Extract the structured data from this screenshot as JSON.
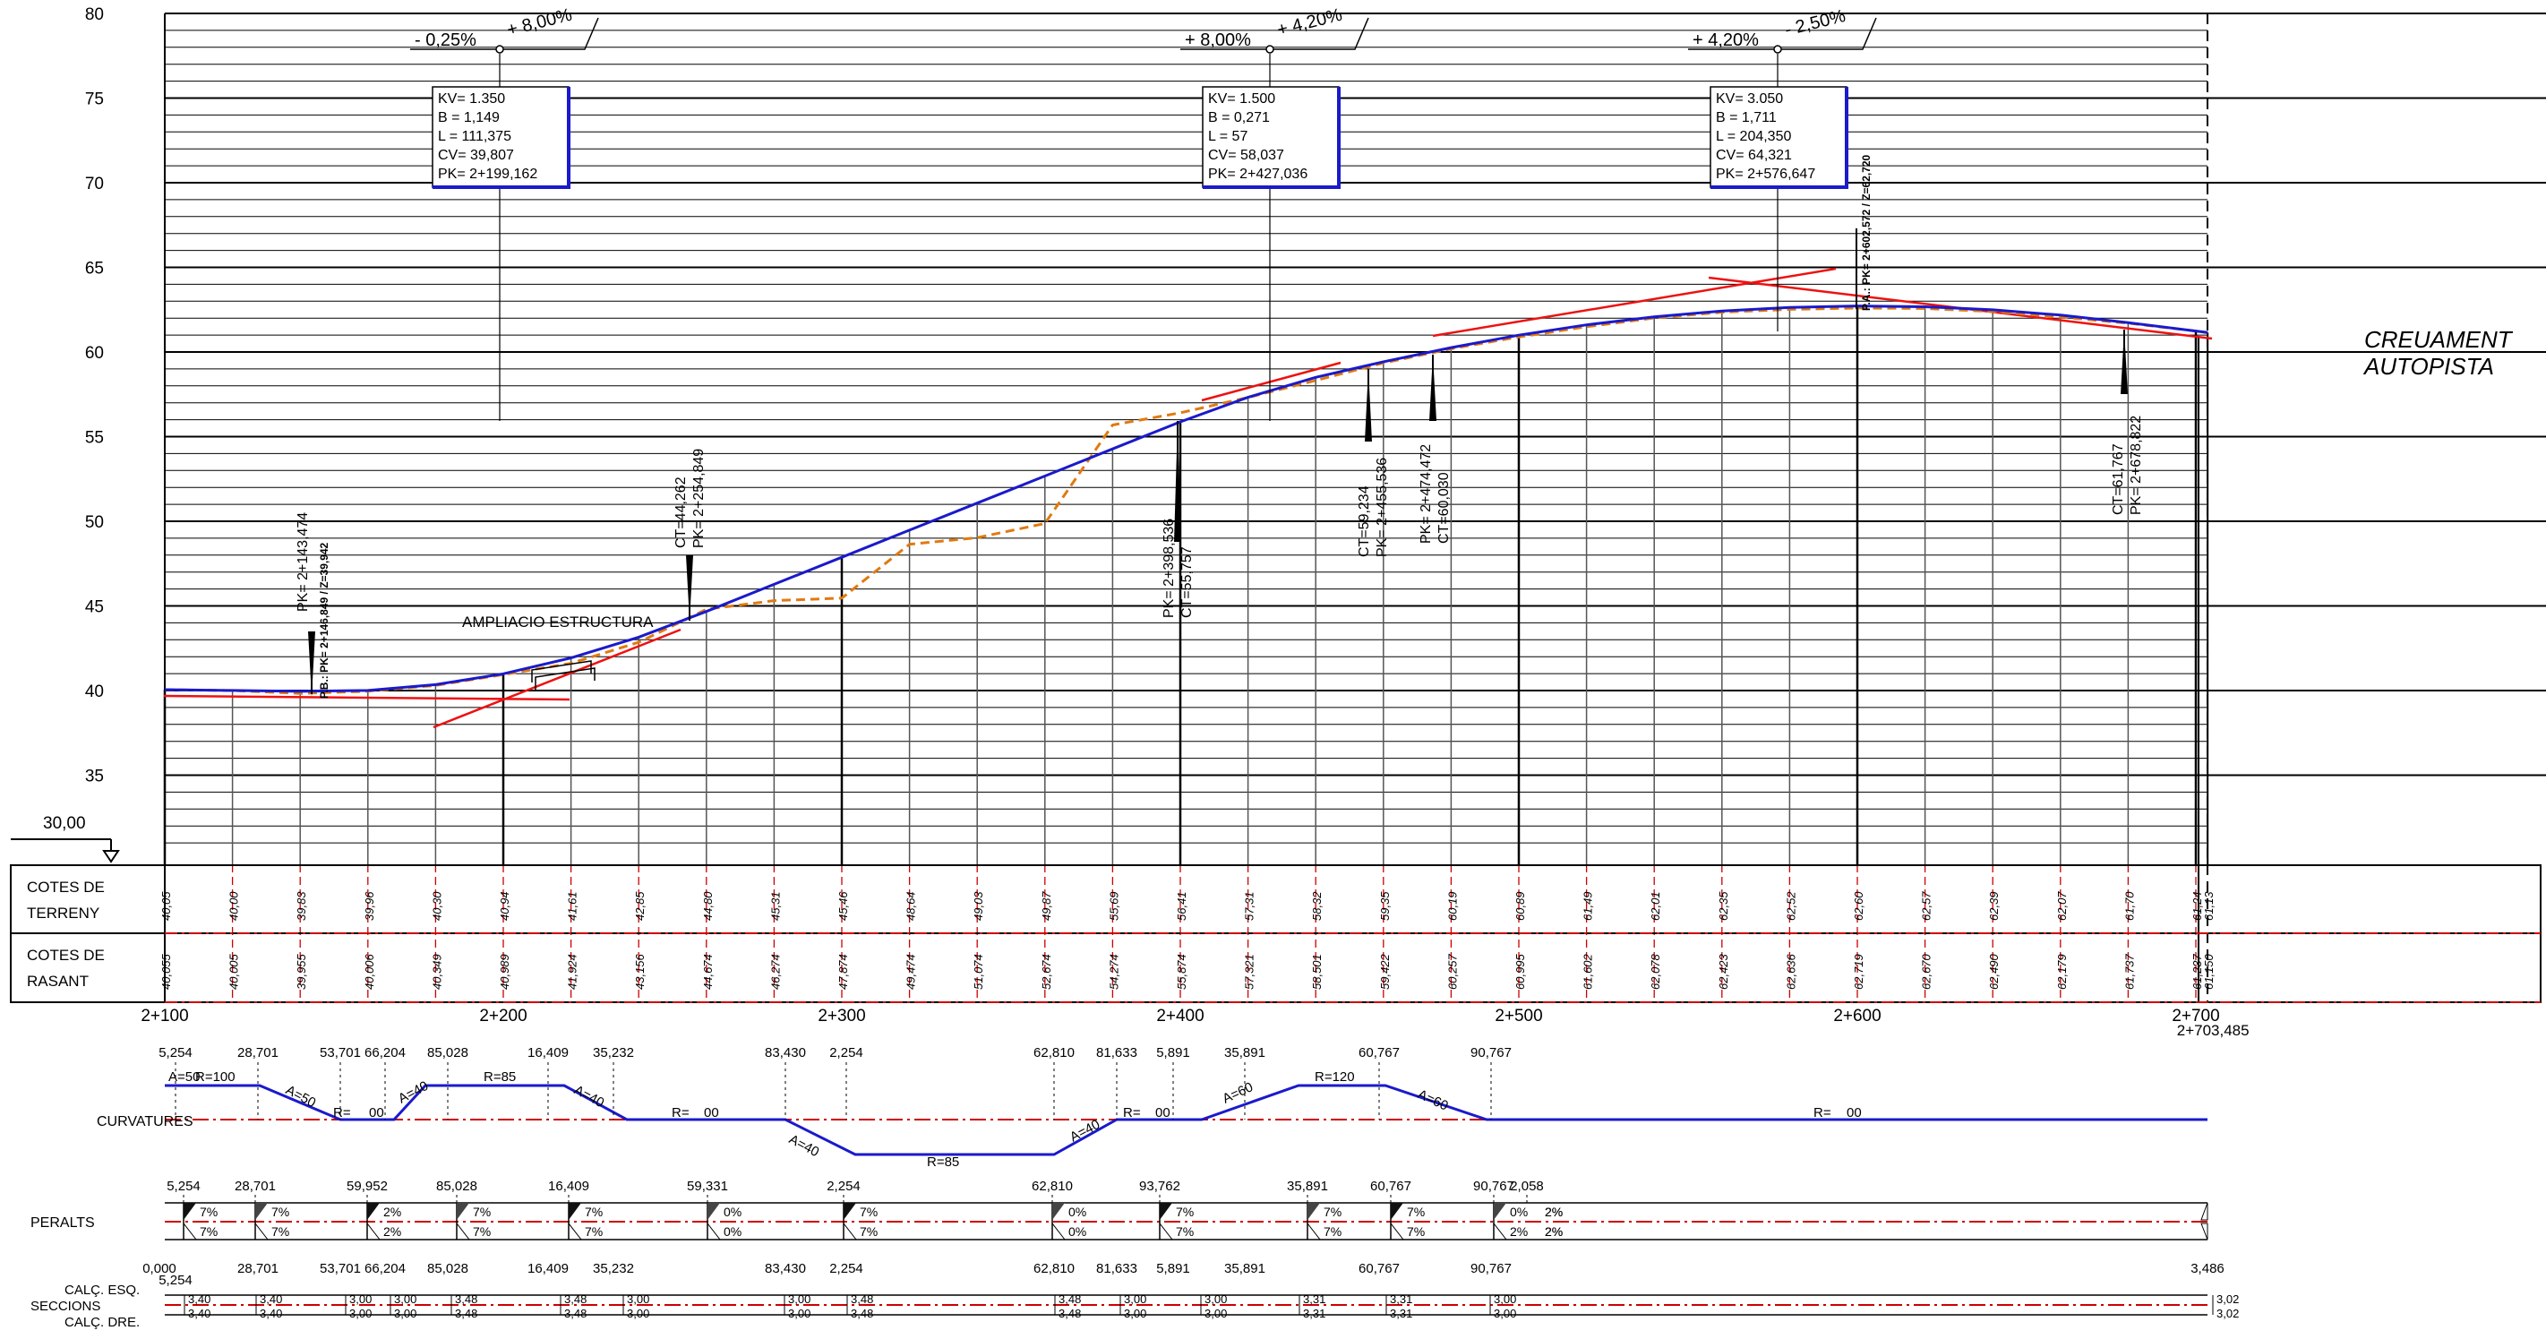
{
  "y_axis": {
    "labels": [
      "80",
      "75",
      "70",
      "65",
      "60",
      "55",
      "50",
      "45",
      "40",
      "35"
    ],
    "values": [
      80,
      75,
      70,
      65,
      60,
      55,
      50,
      45,
      40,
      35
    ]
  },
  "datum_label": "30,00",
  "x_axis": {
    "labels": [
      "2+100",
      "2+200",
      "2+300",
      "2+400",
      "2+500",
      "2+600",
      "2+700"
    ],
    "end_label": "2+703,485"
  },
  "table_rows": {
    "terreny_1": "COTES DE",
    "terreny_2": "TERRENY",
    "rasant_1": "COTES DE",
    "rasant_2": "RASANT",
    "curvatures": "CURVATURES",
    "peralts": "PERALTS",
    "calc_esq": "CALÇ. ESQ.",
    "seccions": "SECCIONS",
    "calc_dre": "CALÇ. DRE."
  },
  "cotes_terreny": [
    "40,05",
    "40,00",
    "39,83",
    "39,96",
    "40,30",
    "40,94",
    "41,61",
    "42,85",
    "44,80",
    "45,31",
    "45,46",
    "48,64",
    "49,03",
    "49,87",
    "55,69",
    "56,41",
    "57,31",
    "58,32",
    "59,35",
    "60,19",
    "60,89",
    "61,49",
    "62,01",
    "62,35",
    "62,52",
    "62,60",
    "62,57",
    "62,39",
    "62,07",
    "61,70",
    "61,24"
  ],
  "cotes_terreny_end": "61,13",
  "cotes_rasant": [
    "40,055",
    "40,005",
    "39,955",
    "40,006",
    "40,349",
    "40,989",
    "41,924",
    "43,156",
    "44,674",
    "46,274",
    "47,874",
    "49,474",
    "51,074",
    "52,674",
    "54,274",
    "55,874",
    "57,321",
    "58,501",
    "59,422",
    "60,257",
    "60,995",
    "61,602",
    "62,078",
    "62,423",
    "62,636",
    "62,719",
    "62,670",
    "62,490",
    "62,179",
    "61,737",
    "61,237"
  ],
  "cotes_rasant_end": "61,150",
  "vertical_curves": [
    {
      "grade_in": "- 0,25%",
      "grade_out": "+ 8,00%",
      "kv": "KV= 1.350",
      "b": "B = 1,149",
      "l": "L = 111,375",
      "cv": "CV= 39,807",
      "pk": "PK= 2+199,162"
    },
    {
      "grade_in": "+ 8,00%",
      "grade_out": "+ 4,20%",
      "kv": "KV= 1.500",
      "b": "B = 0,271",
      "l": "L = 57",
      "cv": "CV= 58,037",
      "pk": "PK= 2+427,036"
    },
    {
      "grade_in": "+ 4,20%",
      "grade_out": "- 2,50%",
      "kv": "KV= 3.050",
      "b": "B = 1,711",
      "l": "L = 204,350",
      "cv": "CV= 64,321",
      "pk": "PK= 2+576,647"
    }
  ],
  "annotations": {
    "pb_1": "PK= 2+143,474",
    "pb_2": "P.B.: PK= 2+146,849 / Z=39,942",
    "ct1_a": "CT=44,262",
    "ct1_b": "PK= 2+254,849",
    "ct2_a": "PK= 2+398,536",
    "ct2_b": "CT=55,757",
    "ct3_a": "CT=59,234",
    "ct3_b": "PK= 2+455,536",
    "ct4_a": "PK= 2+474,472",
    "ct4_b": "CT=60,030",
    "pa": "P.A.: PK= 2+602,572 / Z=62,720",
    "ct5_a": "CT=61,767",
    "ct5_b": "PK= 2+678,822",
    "ampliacio": "AMPLIACIO ESTRUCTURA",
    "creuament_1": "CREUAMENT",
    "creuament_2": "AUTOPISTA"
  },
  "curvatures": {
    "top_labels": [
      "5,254",
      "28,701",
      "53,701",
      "66,204",
      "85,028",
      "16,409",
      "35,232",
      "83,430",
      "2,254",
      "62,810",
      "81,633",
      "5,891",
      "35,891",
      "60,767",
      "90,767"
    ],
    "segment_labels": [
      "A=50",
      "R=100",
      "A=50",
      "R=",
      "00",
      "A=40",
      "R=85",
      "A=40",
      "R=",
      "00",
      "A=40",
      "R=85",
      "A=40",
      "R=",
      "00",
      "A=60",
      "R=120",
      "A=60",
      "R=",
      "00"
    ]
  },
  "peralts": {
    "top_labels": [
      "5,254",
      "28,701",
      "59,952",
      "85,028",
      "16,409",
      "59,331",
      "2,254",
      "62,810",
      "93,762",
      "35,891",
      "60,767",
      "90,767",
      "2,058"
    ],
    "values": [
      "7%",
      "7%",
      "7%",
      "7%",
      "2%",
      "2%",
      "7%",
      "7%",
      "7%",
      "7%",
      "0%",
      "0%",
      "7%",
      "7%",
      "0%",
      "0%",
      "7%",
      "7%",
      "7%",
      "7%",
      "7%",
      "7%",
      "0%",
      "2%",
      "2%",
      "2%",
      "2%",
      "2%"
    ]
  },
  "seccions": {
    "top_labels": [
      "0,000",
      "5,254",
      "28,701",
      "53,701",
      "66,204",
      "85,028",
      "16,409",
      "35,232",
      "83,430",
      "2,254",
      "62,810",
      "81,633",
      "5,891",
      "35,891",
      "60,767",
      "90,767",
      "3,486"
    ],
    "values": [
      "3,40",
      "3,40",
      "3,00",
      "3,00",
      "3,48",
      "3,48",
      "3,00",
      "3,00",
      "3,48",
      "3,48",
      "3,00",
      "3,00",
      "3,31",
      "3,31",
      "3,00",
      "3,02"
    ]
  },
  "colors": {
    "rasant": "#1a1acc",
    "terrain": "#e07a10",
    "tangent": "#ee1111",
    "axis": "#cc0000",
    "grid": "#000000"
  }
}
